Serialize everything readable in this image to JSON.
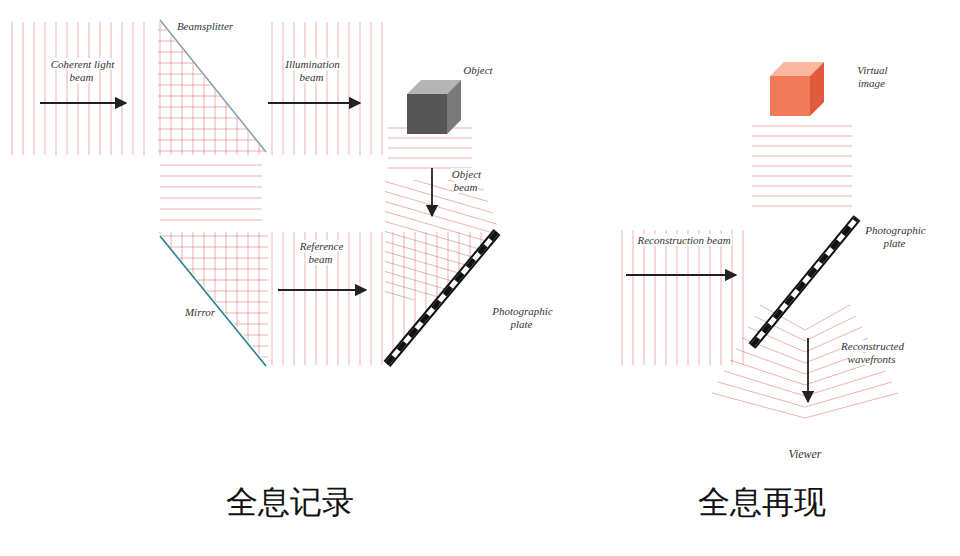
{
  "diagram": {
    "labels": [
      "Coherent light beam",
      "Beamsplitter",
      "Illumination beam",
      "Object",
      "Object beam",
      "Reference beam",
      "Mirror",
      "Photographic plate",
      "全息记录",
      "Virtual image",
      "Reconstruction beam",
      "Photographic plate",
      "Reconstructed wavefronts",
      "Viewer",
      "全息再现"
    ]
  }
}
